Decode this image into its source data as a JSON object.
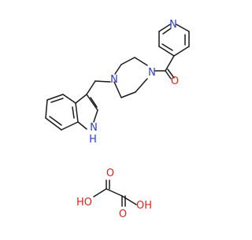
{
  "molecule": {
    "colors": {
      "bond": "#1a1a1a",
      "nitrogen": "#2f3dc8",
      "oxygen": "#e0221c",
      "background": "#ffffff"
    },
    "atoms": {
      "pyridine_n": "N",
      "carbonyl_o": "O",
      "pip_n1": "N",
      "pip_n4": "N",
      "indole_nh": "N",
      "indole_h": "H",
      "ox_oh_left": "HO",
      "ox_o_top": "O",
      "ox_o_bottom": "O",
      "ox_oh_right": "OH"
    }
  }
}
